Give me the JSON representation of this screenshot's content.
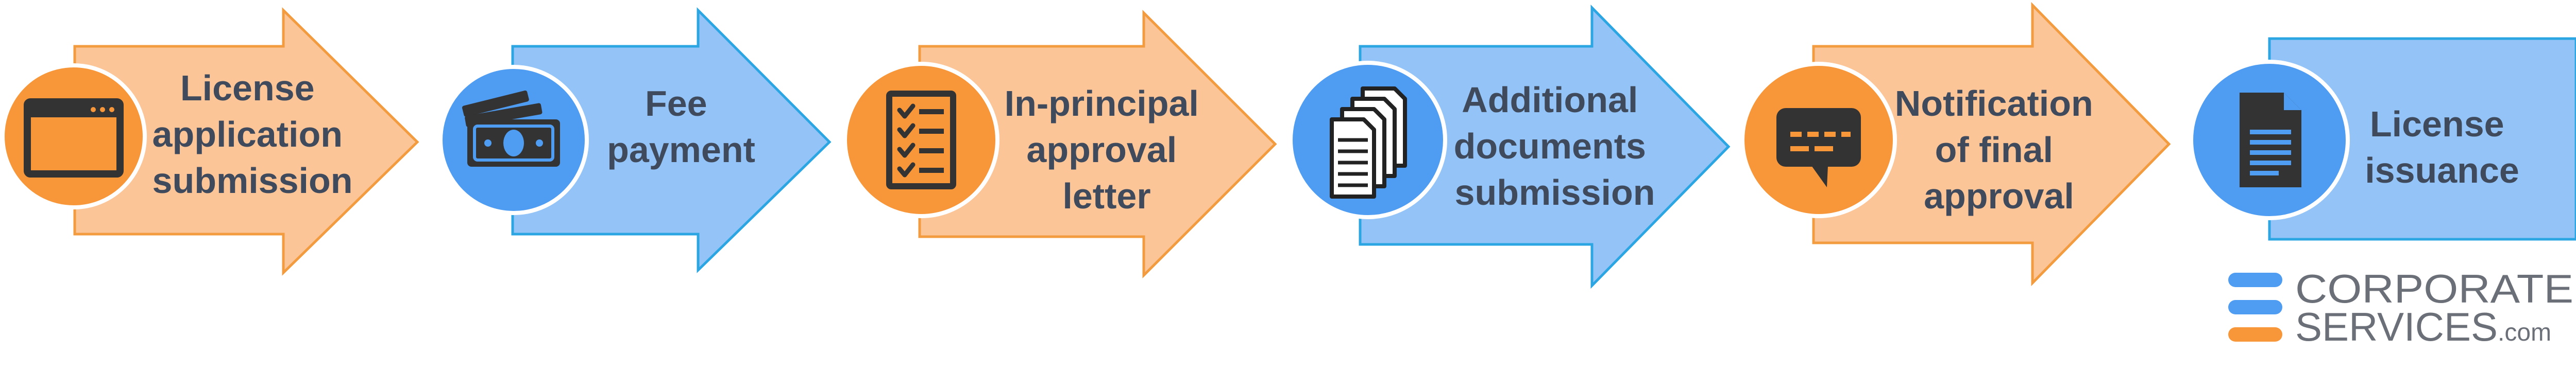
{
  "colors": {
    "orange_fill": "#fbc597",
    "orange_stroke": "#f29b3f",
    "orange_circle": "#f7973a",
    "blue_fill": "#94c4f7",
    "blue_stroke": "#2ba6e3",
    "blue_circle": "#4f9df2",
    "icon": "#333333",
    "text": "#3f4a5c",
    "logo_text": "#6b6f78"
  },
  "steps": [
    {
      "label_lines": [
        "License",
        "application",
        "submission"
      ],
      "theme": "orange",
      "icon": "browser-window-icon"
    },
    {
      "label_lines": [
        "Fee",
        "payment"
      ],
      "theme": "blue",
      "icon": "money-icon"
    },
    {
      "label_lines": [
        "In-principal",
        "approval",
        "letter"
      ],
      "theme": "orange",
      "icon": "checklist-icon"
    },
    {
      "label_lines": [
        "Additional",
        "documents",
        "submission"
      ],
      "theme": "blue",
      "icon": "documents-icon"
    },
    {
      "label_lines": [
        "Notification",
        "of final",
        "approval"
      ],
      "theme": "orange",
      "icon": "message-icon"
    },
    {
      "label_lines": [
        "License",
        "issuance"
      ],
      "theme": "blue",
      "icon": "document-icon"
    }
  ],
  "logo": {
    "line1": "CORPORATE",
    "line2": "SERVICES",
    "suffix": ".com"
  }
}
